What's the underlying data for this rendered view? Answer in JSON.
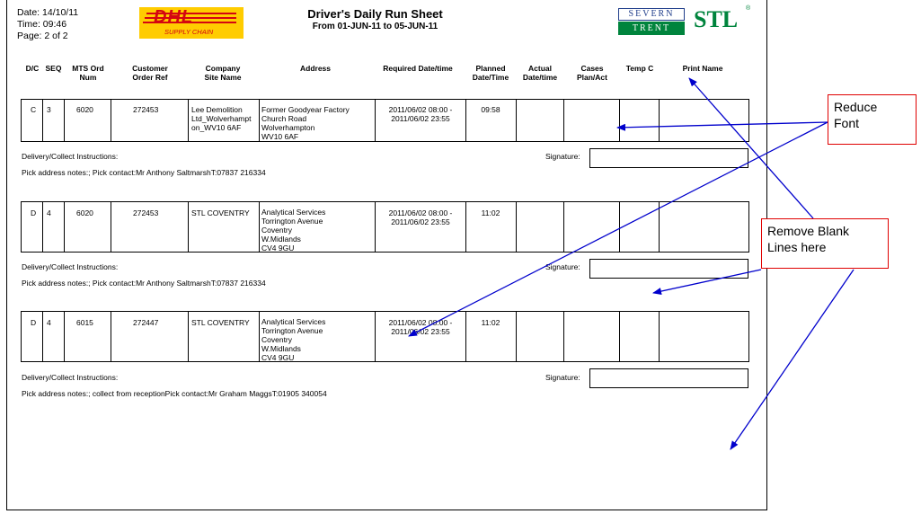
{
  "header": {
    "date": "Date:   14/10/11",
    "time": "Time:  09:46",
    "page": "Page:  2    of  2",
    "dhl_logo": "DHL",
    "dhl_tagline": "SUPPLY CHAIN",
    "title": "Driver's Daily Run Sheet",
    "subtitle": "From 01-JUN-11    to   05-JUN-11",
    "logo_top": "SEVERN",
    "logo_bottom": "TRENT",
    "logo_stl": "STL",
    "logo_reg": "®"
  },
  "columns": [
    "D/C",
    "SEQ",
    "MTS Ord\nNum",
    "Customer\nOrder Ref",
    "Company\nSite Name",
    "Address",
    "Required Date/time",
    "Planned\nDate/Time",
    "Actual\nDate/time",
    "Cases\nPlan/Act",
    "Temp C",
    "Print Name"
  ],
  "records": [
    {
      "dc": "C",
      "seq": "3",
      "mts": "6020",
      "order_ref": "272453",
      "site": "Lee Demolition\nLtd_Wolverhampt\non_WV10 6AF",
      "address": "Former Goodyear Factory\nChurch Road\nWolverhampton\nWV10 6AF",
      "required": "2011/06/02 08:00 -\n2011/06/02 23:55",
      "planned": "09:58",
      "delivery_label": "Delivery/Collect Instructions:",
      "signature_label": "Signature:",
      "notes": "Pick address notes:; Pick contact:Mr Anthony SaltmarshT:07837 216334"
    },
    {
      "dc": "D",
      "seq": "4",
      "mts": "6020",
      "order_ref": "272453",
      "site": "STL COVENTRY",
      "address": "Analytical Services\nTorrington Avenue\nCoventry\nW.Midlands\nCV4 9GU",
      "required": "2011/06/02 08:00 -\n2011/06/02 23:55",
      "planned": "11:02",
      "delivery_label": "Delivery/Collect Instructions:",
      "signature_label": "Signature:",
      "notes": "Pick address notes:; Pick contact:Mr Anthony SaltmarshT:07837 216334"
    },
    {
      "dc": "D",
      "seq": "4",
      "mts": "6015",
      "order_ref": "272447",
      "site": "STL COVENTRY",
      "address": "Analytical Services\nTorrington Avenue\nCoventry\nW.Midlands\nCV4 9GU",
      "required": "2011/06/02 08:00 -\n2011/06/02 23:55",
      "planned": "11:02",
      "delivery_label": "Delivery/Collect Instructions:",
      "signature_label": "Signature:",
      "notes": "Pick address notes:; collect from receptionPick contact:Mr Graham MaggsT:01905 340054"
    }
  ],
  "callouts": {
    "reduce_font": "Reduce\nFont",
    "remove_blank": "Remove Blank\nLines here"
  },
  "colors": {
    "dhl_yellow": "#ffcc00",
    "dhl_red": "#d40511",
    "severn_blue": "#1f3d8a",
    "trent_green": "#00843d",
    "callout_border": "#e00000",
    "arrow": "#0000cc"
  }
}
